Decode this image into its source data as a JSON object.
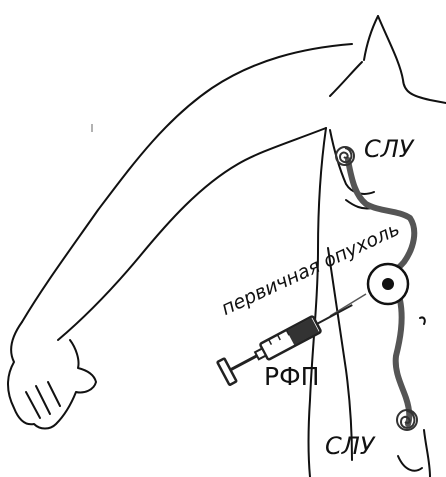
{
  "diagram": {
    "labels": {
      "sentinel_node_top": "СЛУ",
      "sentinel_node_bottom": "СЛУ",
      "radiopharmaceutical": "РФП",
      "primary_tumor": "первичная опухоль"
    },
    "icons": {
      "body": "body-outline-icon",
      "tumor": "tumor-icon",
      "syringe": "syringe-icon",
      "lymph_node": "lymph-node-spiral-icon"
    },
    "colors": {
      "outline": "#111111",
      "lymph_vessel": "#555555",
      "syringe_fill": "#333333",
      "background": "#ffffff"
    }
  }
}
